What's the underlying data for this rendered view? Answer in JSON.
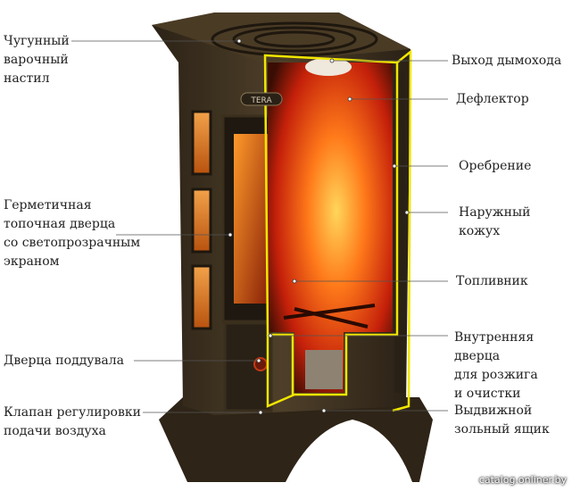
{
  "labels": {
    "cast_iron_cooktop": "Чугунный\nварочный\nнастил",
    "sealed_firebox_door": "Герметичная\nтопочная дверца\nсо светопрозрачным\nэкраном",
    "ash_door": "Дверца поддувала",
    "air_valve": "Клапан регулировки\nподачи воздуха",
    "flue_outlet": "Выход дымохода",
    "deflector": "Дефлектор",
    "finning": "Оребрение",
    "outer_casing": "Наружный кожух",
    "firebox": "Топливник",
    "inner_door": "Внутренняя дверца\nдля розжига\nи очистки",
    "ash_drawer": "Выдвижной\nзольный ящик"
  },
  "brand": "TERA",
  "watermark": "catalog.onliner.by",
  "colors": {
    "body": "#3f3422",
    "body_light": "#5b4a30",
    "body_dark": "#231c12",
    "cut_outline": "#f2e600",
    "fire": "#e8430f",
    "fire_glow": "#ffb53a",
    "window_tint": "#d9821a"
  }
}
